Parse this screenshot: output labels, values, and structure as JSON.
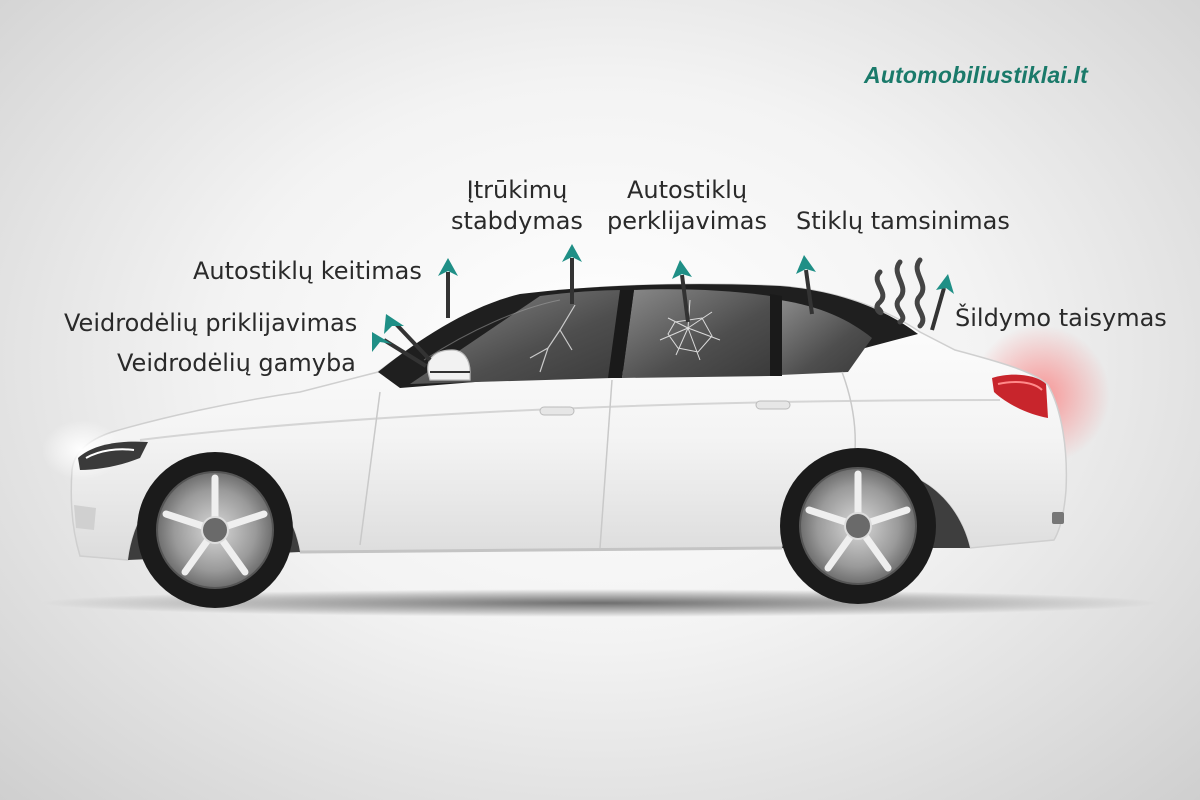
{
  "brand": {
    "text": "Automobiliustiklai.lt",
    "color": "#1a7a6a"
  },
  "services": {
    "windshield_replacement": "Autostiklų keitimas",
    "mirror_gluing": "Veidrodėlių priklijavimas",
    "mirror_manufacturing": "Veidrodėlių gamyba",
    "crack_stopping_line1": "Įtrūkimų",
    "crack_stopping_line2": "stabdymas",
    "reglazing_line1": "Autostiklų",
    "reglazing_line2": "perklijavimas",
    "window_tinting": "Stiklų tamsinimas",
    "heating_repair": "Šildymo taisymas"
  },
  "icons": {
    "dart": "dart-icon",
    "heat_waves": "heat-waves-icon",
    "crack": "crack-icon"
  },
  "colors": {
    "dart_accent": "#1f8f86",
    "car_body": "#f7f7f7",
    "glass": "#5a5a5a",
    "tail_light": "#c8252c"
  }
}
